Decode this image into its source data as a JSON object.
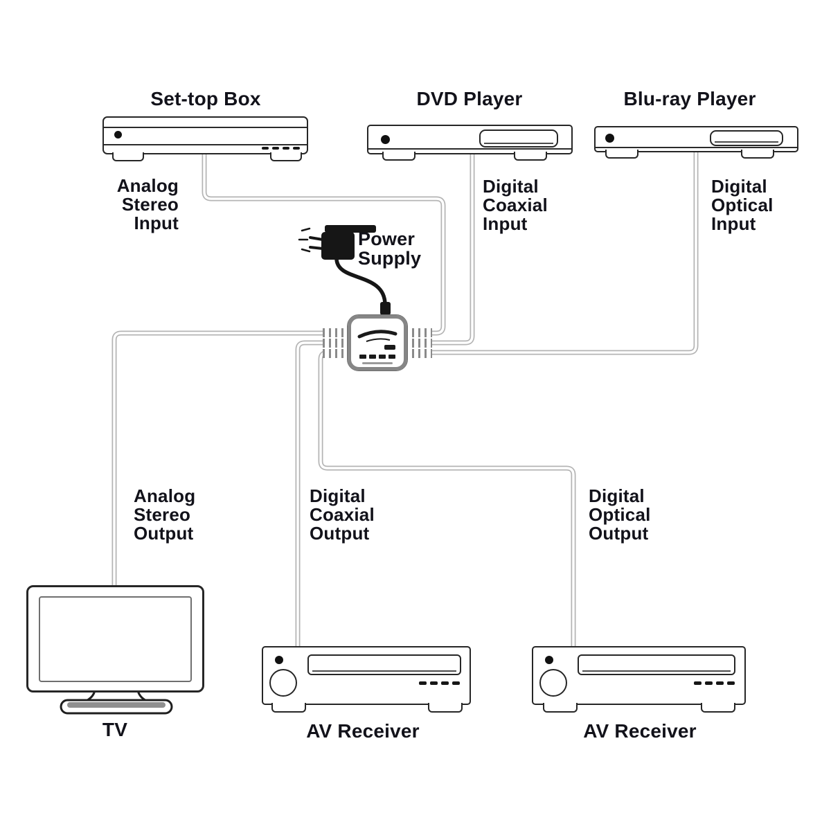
{
  "diagram": {
    "background": "#ffffff",
    "palette": {
      "text": "#12121a",
      "cable": "#b4b4b4",
      "device_outline": "#262626",
      "switch_gray": "#868686",
      "power_black": "#161616"
    },
    "devices": {
      "set_top_box": {
        "label": "Set-top Box"
      },
      "dvd_player": {
        "label": "DVD Player"
      },
      "blu_ray_player": {
        "label": "Blu-ray Player"
      },
      "tv": {
        "label": "TV"
      },
      "av_receiver_coaxial": {
        "label": "AV Receiver"
      },
      "av_receiver_optical": {
        "label": "AV Receiver"
      }
    },
    "power_supply": {
      "lines": [
        "Power",
        "Supply"
      ]
    },
    "ports": {
      "analog_stereo_input": {
        "lines": [
          "Analog",
          "Stereo",
          "Input"
        ]
      },
      "digital_coaxial_input": {
        "lines": [
          "Digital",
          "Coaxial",
          "Input"
        ]
      },
      "digital_optical_input": {
        "lines": [
          "Digital",
          "Optical",
          "Input"
        ]
      },
      "analog_stereo_output": {
        "lines": [
          "Analog",
          "Stereo",
          "Output"
        ]
      },
      "digital_coaxial_output": {
        "lines": [
          "Digital",
          "Coaxial",
          "Output"
        ]
      },
      "digital_optical_output": {
        "lines": [
          "Digital",
          "Optical",
          "Output"
        ]
      }
    },
    "icons": [
      "set-top-box-icon",
      "dvd-player-icon",
      "blu-ray-player-icon",
      "power-supply-icon",
      "audio-switch-icon",
      "tv-icon",
      "av-receiver-icon"
    ]
  }
}
